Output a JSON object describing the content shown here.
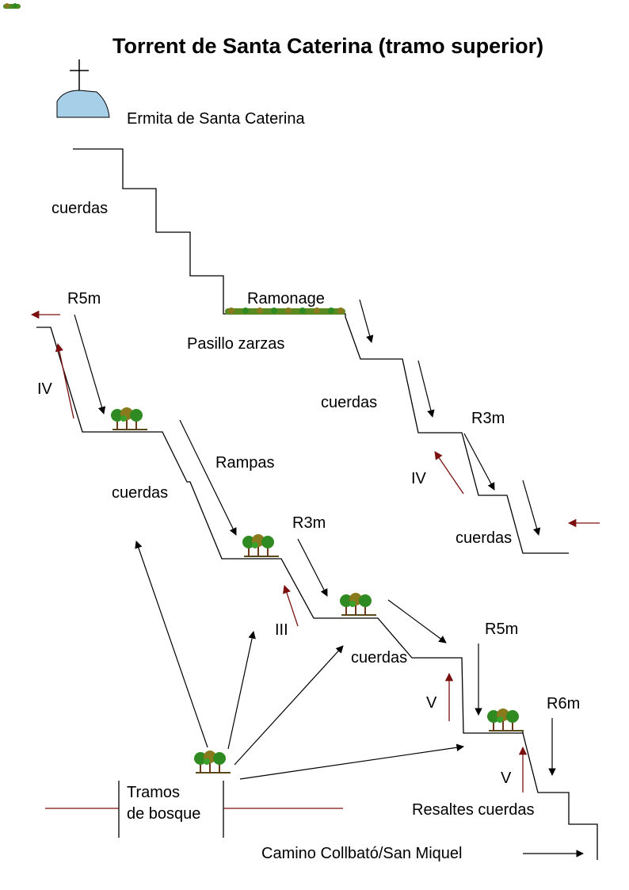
{
  "title": "Torrent de Santa Caterina (tramo superior)",
  "labels": {
    "ermita": "Ermita de Santa Caterina",
    "cuerdas_1": "cuerdas",
    "r5m_1": "R5m",
    "ramonage": "Ramonage",
    "pasillo": "Pasillo zarzas",
    "iv_1": "IV",
    "cuerdas_2": "cuerdas",
    "r3m_1": "R3m",
    "rampas": "Rampas",
    "cuerdas_3": "cuerdas",
    "iv_2": "IV",
    "r3m_2": "R3m",
    "cuerdas_4": "cuerdas",
    "iii": "III",
    "cuerdas_5": "cuerdas",
    "r5m_2": "R5m",
    "v_1": "V",
    "r6m": "R6m",
    "v_2": "V",
    "tramos_1": "Tramos",
    "tramos_2": "de bosque",
    "resaltes": "Resaltes cuerdas",
    "camino": "Camino Collbató/San Miquel"
  },
  "colors": {
    "line": "#000000",
    "climb_arrow": "#7a1010",
    "hermitage": "#a8cfe8",
    "tree_green": "#2f8a22",
    "tree_olive": "#8a7a1e",
    "trunk": "#6b3a1a"
  }
}
